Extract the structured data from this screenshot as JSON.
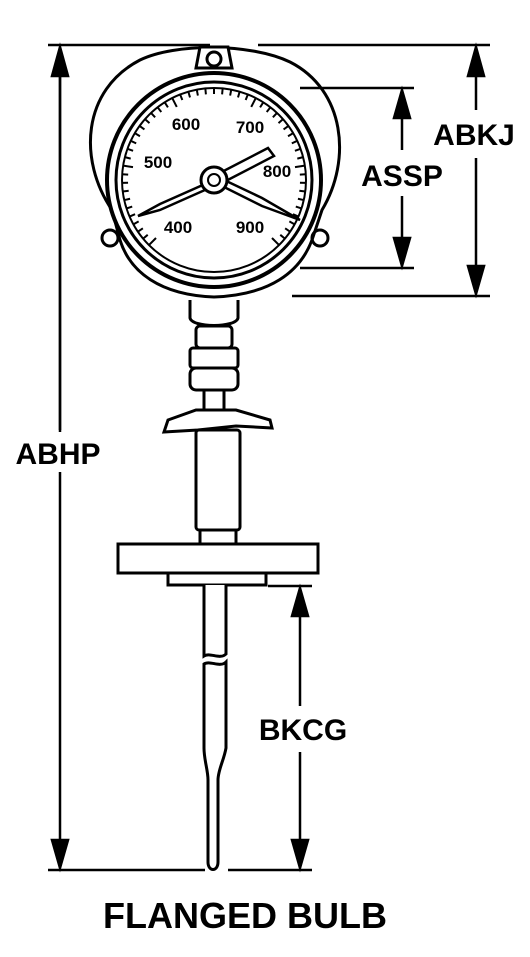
{
  "diagram": {
    "caption": "FLANGED BULB",
    "dimensions": {
      "overall_height": "ABHP",
      "gauge_height": "ABKJ",
      "dial_height": "ASSP",
      "stem_length": "BKCG"
    },
    "dial_scale": [
      "400",
      "500",
      "600",
      "700",
      "800",
      "900"
    ]
  }
}
